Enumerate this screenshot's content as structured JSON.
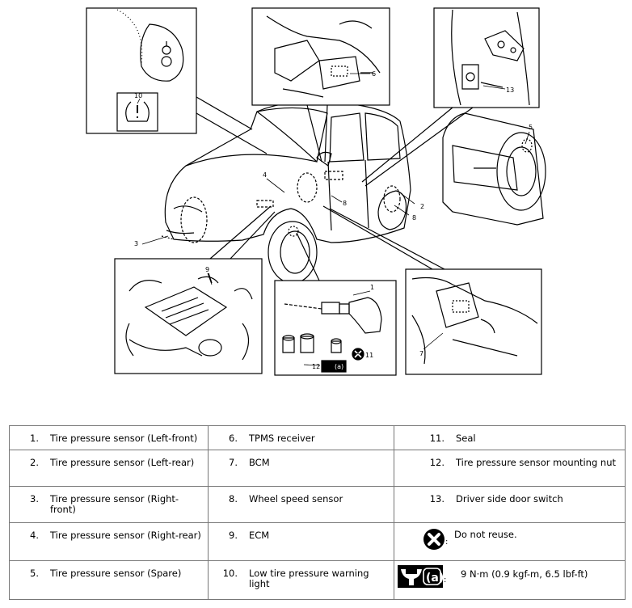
{
  "figure": {
    "callouts": [
      "1",
      "2",
      "3",
      "4",
      "5",
      "6",
      "7",
      "8",
      "8",
      "9",
      "10",
      "11",
      "12",
      "13"
    ],
    "torque_label": "(a)"
  },
  "legend": {
    "items": [
      {
        "num": "1.",
        "text": "Tire pressure sensor (Left-front)"
      },
      {
        "num": "2.",
        "text": "Tire pressure sensor (Left-rear)"
      },
      {
        "num": "3.",
        "text": "Tire pressure sensor (Right-front)"
      },
      {
        "num": "4.",
        "text": "Tire pressure sensor (Right-rear)"
      },
      {
        "num": "5.",
        "text": "Tire pressure sensor (Spare)"
      },
      {
        "num": "6.",
        "text": "TPMS receiver"
      },
      {
        "num": "7.",
        "text": "BCM"
      },
      {
        "num": "8.",
        "text": "Wheel speed sensor"
      },
      {
        "num": "9.",
        "text": "ECM"
      },
      {
        "num": "10.",
        "text": "Low tire pressure warning light"
      },
      {
        "num": "11.",
        "text": "Seal"
      },
      {
        "num": "12.",
        "text": "Tire pressure sensor mounting nut"
      },
      {
        "num": "13.",
        "text": "Driver side door switch"
      }
    ],
    "symbols": [
      {
        "icon": "do-not-reuse-icon",
        "text": "Do not reuse."
      },
      {
        "icon": "torque-wrench-icon",
        "label": "(a)",
        "text": "9 N·m (0.9 kgf-m, 6.5 lbf-ft)"
      }
    ]
  }
}
